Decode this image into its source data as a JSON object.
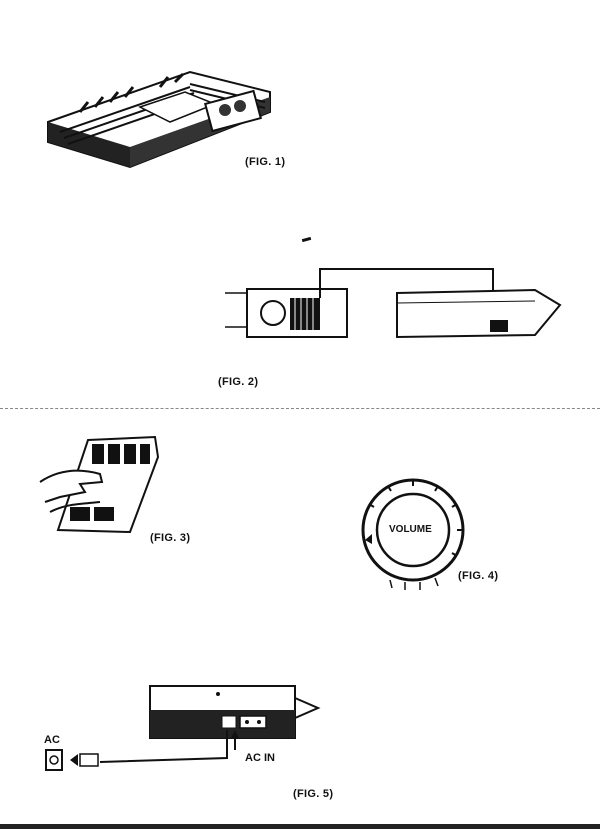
{
  "figures": {
    "fig1": {
      "caption": "(FIG. 1)",
      "icon": "tape-player-with-cassette-icon"
    },
    "fig2": {
      "caption": "(FIG. 2)",
      "icon": "speaker-cable-to-player-icon"
    },
    "fig3": {
      "caption": "(FIG. 3)",
      "icon": "hand-pressing-control-keys-icon"
    },
    "fig4": {
      "caption": "(FIG. 4)",
      "knob_label": "VOLUME",
      "icon": "volume-knob-icon"
    },
    "fig5": {
      "caption": "(FIG. 5)",
      "ac_label": "AC",
      "ac_in_label": "AC IN",
      "icon": "ac-power-connection-icon"
    }
  },
  "colors": {
    "ink": "#111111",
    "paper": "#ffffff"
  }
}
